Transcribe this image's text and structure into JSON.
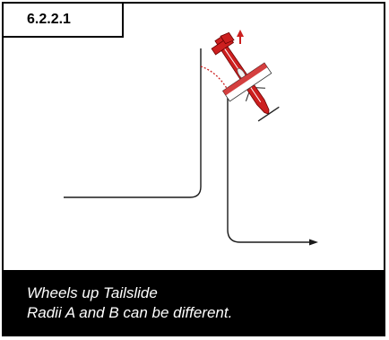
{
  "figure": {
    "code": "6.2.2.1",
    "caption_lines": [
      "Wheels up Tailslide",
      "Radii A and B can be different."
    ],
    "colors": {
      "flight_path": "#1a1a1a",
      "aircraft": "#cc1f1f",
      "arc": "#cc1f1f",
      "caption_bg": "#000000",
      "caption_text": "#ffffff"
    },
    "icons": [
      "aircraft-icon",
      "arrowhead-icon"
    ]
  }
}
